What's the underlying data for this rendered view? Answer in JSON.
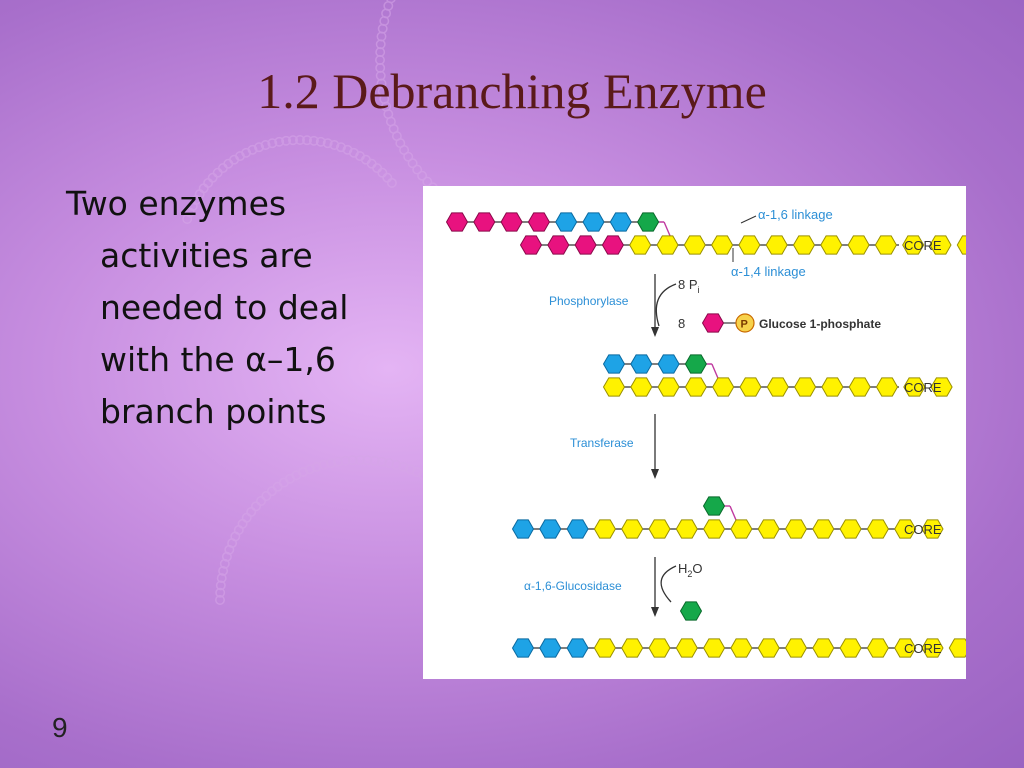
{
  "slide": {
    "title": "1.2 Debranching Enzyme",
    "body_lines": [
      "Two enzymes",
      "activities are",
      "needed to deal",
      "with the α–1,6",
      "branch points"
    ],
    "slide_number": "9"
  },
  "figure": {
    "colors": {
      "magenta": "#e8127f",
      "blue": "#1ea3e6",
      "yellow": "#fff200",
      "green": "#15a84a",
      "link": "#c03aa0",
      "label_blue": "#2c8fd6",
      "text": "#333333"
    },
    "labels": {
      "alpha16_linkage": "α-1,6 linkage",
      "alpha14_linkage": "α-1,4 linkage",
      "core": "CORE",
      "phosphorylase": "Phosphorylase",
      "pi_count": "8 P",
      "pi_sub": "i",
      "glucose_count": "8",
      "phosphate": "P",
      "glucose_1_phosphate": "Glucose 1-phosphate",
      "transferase": "Transferase",
      "h2o_h": "H",
      "h2o_sub": "2",
      "h2o_o": "O",
      "glucosidase": "α-1,6-Glucosidase"
    },
    "stages": [
      {
        "name": "initial",
        "branch": [
          "magenta",
          "magenta",
          "magenta",
          "magenta",
          "blue",
          "blue",
          "blue",
          "green"
        ],
        "main": [
          "magenta",
          "magenta",
          "magenta",
          "magenta",
          "yellow",
          "yellow",
          "yellow",
          "yellow",
          "yellow",
          "yellow",
          "yellow",
          "yellow",
          "yellow",
          "yellow",
          "yellow",
          "yellow",
          "yellow"
        ]
      },
      {
        "name": "after-phosphorylase",
        "branch": [
          "blue",
          "blue",
          "blue",
          "green"
        ],
        "main": [
          "yellow",
          "yellow",
          "yellow",
          "yellow",
          "yellow",
          "yellow",
          "yellow",
          "yellow",
          "yellow",
          "yellow",
          "yellow",
          "yellow",
          "yellow"
        ]
      },
      {
        "name": "after-transferase",
        "branch": [
          "green"
        ],
        "main": [
          "blue",
          "blue",
          "blue",
          "yellow",
          "yellow",
          "yellow",
          "yellow",
          "yellow",
          "yellow",
          "yellow",
          "yellow",
          "yellow",
          "yellow",
          "yellow",
          "yellow",
          "yellow"
        ]
      },
      {
        "name": "after-glucosidase",
        "branch": [],
        "main": [
          "blue",
          "blue",
          "blue",
          "yellow",
          "yellow",
          "yellow",
          "yellow",
          "yellow",
          "yellow",
          "yellow",
          "yellow",
          "yellow",
          "yellow",
          "yellow",
          "yellow",
          "yellow",
          "yellow"
        ]
      }
    ]
  }
}
